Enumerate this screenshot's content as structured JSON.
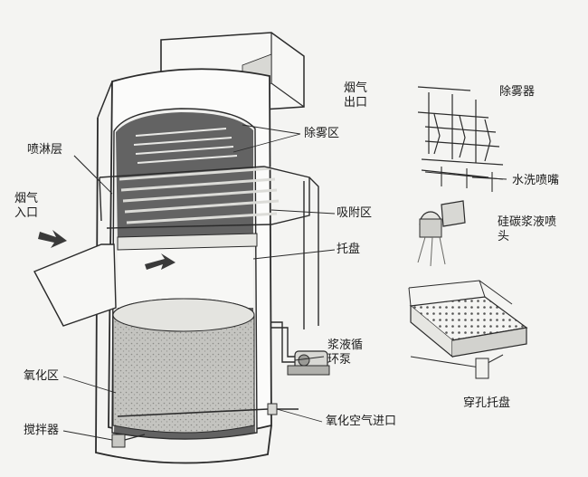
{
  "labels": {
    "spray_layer": "喷淋层",
    "flue_gas_inlet": [
      "烟气",
      "入口"
    ],
    "flue_gas_outlet": [
      "烟气",
      "出口"
    ],
    "demist_zone": "除雾区",
    "adsorption_zone": "吸附区",
    "tray": "托盘",
    "slurry_pump": [
      "浆液循",
      "环泵"
    ],
    "oxidation_zone": "氧化区",
    "agitator": "搅拌器",
    "oxidation_air_inlet": "氧化空气进口",
    "demister": "除雾器",
    "wash_nozzle": "水洗喷嘴",
    "slurry_nozzle": [
      "硅碳浆液喷",
      "头"
    ],
    "perforated_tray": "穿孔托盘"
  },
  "colors": {
    "outline": "#2b2b2b",
    "tower_fill": "#fbfbfa",
    "interior_dark": "#4a4a4a",
    "slurry_fill": "#b9b9b6",
    "slurry_top": "#dcdcd8",
    "tray_fill": "#e6e6e2"
  }
}
